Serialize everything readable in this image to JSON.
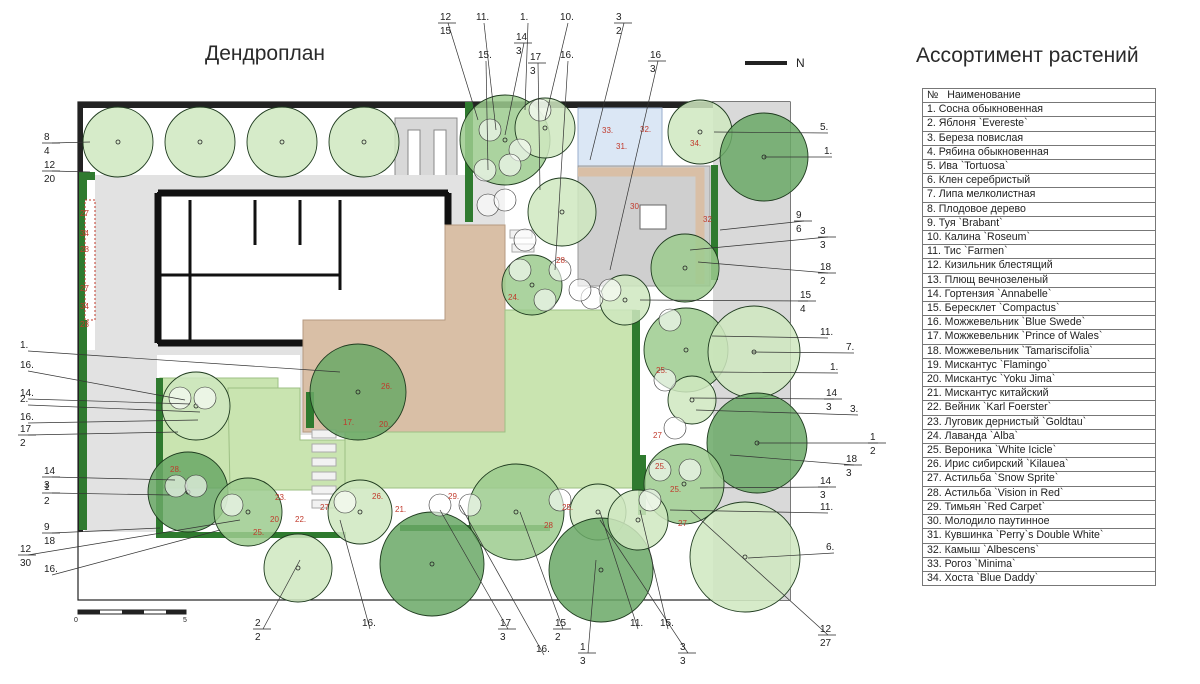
{
  "plan_title": "Дендроплан",
  "assortment_title": "Ассортимент растений",
  "north_label": "N",
  "scale": {
    "start": "0",
    "end": "5"
  },
  "table": {
    "header": {
      "num": "№",
      "name": "Наименование"
    },
    "rows": [
      "1. Сосна обыкновенная",
      "2. Яблоня `Evereste`",
      "3. Береза повислая",
      "4. Рябина обыкновенная",
      "5. Ива `Tortuosa`",
      "6. Клен серебристый",
      "7. Липа мелколистная",
      "8. Плодовое дерево",
      "9. Туя `Brabant`",
      "10. Калина `Roseum`",
      "11. Тис `Farmen`",
      "12.  Кизильник блестящий",
      "13. Плющ вечнозеленый",
      "14. Гортензия `Annabelle`",
      "15. Бересклет `Compactus`",
      "16. Можжевельник `Blue Swede`",
      "17. Можжевельник `Prince of Wales`",
      "18. Можжевельник `Tamariscifolia`",
      "19. Мискантус `Flamingo`",
      "20. Мискантус `Yoku Jima`",
      "21.  Мискантус китайский",
      "22. Вейник `Karl Foerster`",
      "23. Луговик дернистый `Goldtau`",
      "24. Лаванда `Alba`",
      "25. Вероника `White Icicle`",
      "26. Ирис сибирский `Kilauea`",
      "27. Астильба `Snow Sprite`",
      "28. Астильба `Vision in Red`",
      "29. Тимьян `Red Carpet`",
      "30. Молодило паутинное",
      "31. Кувшинка `Perry`s Double White`",
      "32. Камыш `Albescens`",
      "33. Рогоз `Minima`",
      "34. Хоста `Blue Daddy`"
    ]
  },
  "colors": {
    "lawn": "#c9e4b0",
    "tree": "#6aa866",
    "tree_light": "#cfe8c0",
    "paving": "#d6d6d6",
    "deck": "#d9bfa6",
    "pond": "#dbe7f5",
    "hedge": "#2f7a2f",
    "label_red": "#c0392b"
  },
  "callouts_top": [
    {
      "a": "12",
      "b": "15"
    },
    {
      "a": "11.",
      "b": ""
    },
    {
      "a": "1.",
      "b": ""
    },
    {
      "a": "10.",
      "b": ""
    },
    {
      "a": "3",
      "b": "2"
    },
    {
      "a": "15.",
      "b": ""
    },
    {
      "a": "14",
      "b": "3"
    },
    {
      "a": "17",
      "b": "3"
    },
    {
      "a": "16.",
      "b": ""
    },
    {
      "a": "16",
      "b": "3"
    }
  ],
  "callouts_left": [
    {
      "a": "8",
      "b": "4"
    },
    {
      "a": "12",
      "b": "20"
    },
    {
      "a": "1.",
      "b": ""
    },
    {
      "a": "16.",
      "b": ""
    },
    {
      "a": "14.",
      "b": ""
    },
    {
      "a": "2.",
      "b": ""
    },
    {
      "a": "16.",
      "b": ""
    },
    {
      "a": "17",
      "b": "2"
    },
    {
      "a": "14",
      "b": "3"
    },
    {
      "a": "1",
      "b": "2"
    },
    {
      "a": "9",
      "b": "18"
    },
    {
      "a": "12",
      "b": "30"
    },
    {
      "a": "16.",
      "b": ""
    }
  ],
  "callouts_right": [
    {
      "a": "5.",
      "b": ""
    },
    {
      "a": "1.",
      "b": ""
    },
    {
      "a": "9",
      "b": "6"
    },
    {
      "a": "3",
      "b": "3"
    },
    {
      "a": "18",
      "b": "2"
    },
    {
      "a": "15",
      "b": "4"
    },
    {
      "a": "11.",
      "b": ""
    },
    {
      "a": "7.",
      "b": ""
    },
    {
      "a": "1.",
      "b": ""
    },
    {
      "a": "14",
      "b": "3"
    },
    {
      "a": "3.",
      "b": ""
    },
    {
      "a": "1",
      "b": "2"
    },
    {
      "a": "18",
      "b": "3"
    },
    {
      "a": "14",
      "b": "3"
    },
    {
      "a": "11.",
      "b": ""
    },
    {
      "a": "6.",
      "b": ""
    },
    {
      "a": "12",
      "b": "27"
    }
  ],
  "callouts_bottom": [
    {
      "a": "2",
      "b": "2"
    },
    {
      "a": "16.",
      "b": ""
    },
    {
      "a": "17",
      "b": "3"
    },
    {
      "a": "16.",
      "b": ""
    },
    {
      "a": "15",
      "b": "2"
    },
    {
      "a": "1",
      "b": "3"
    },
    {
      "a": "11.",
      "b": ""
    },
    {
      "a": "15.",
      "b": ""
    },
    {
      "a": "3",
      "b": "3"
    }
  ],
  "plant_labels": [
    "33.",
    "32.",
    "31.",
    "34.",
    "30.",
    "32",
    "28.",
    "24.",
    "25.",
    "26.",
    "25.",
    "20.",
    "17.",
    "27",
    "27",
    "34",
    "28",
    "27",
    "34",
    "28",
    "28.",
    "23.",
    "20",
    "22.",
    "26.",
    "21.",
    "29.",
    "28",
    "25.",
    "25.",
    "27",
    "25.",
    "27"
  ]
}
